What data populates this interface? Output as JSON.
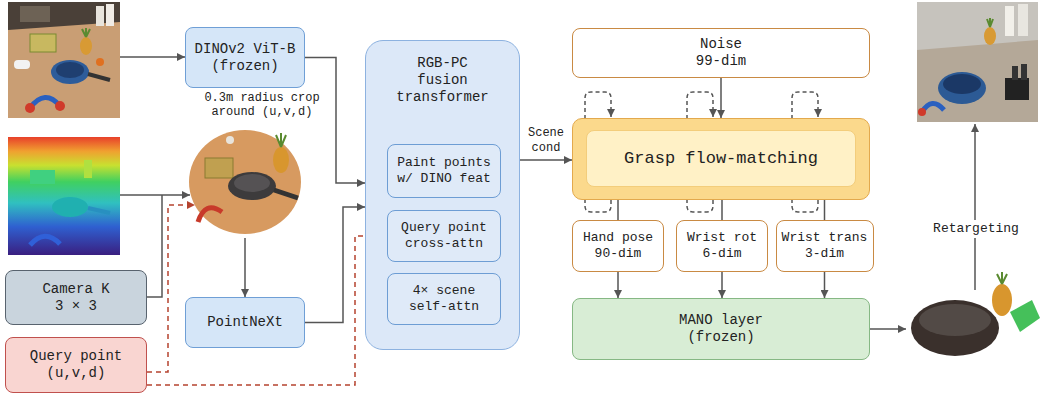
{
  "diagram": {
    "nodes": [
      {
        "text": [
          "DINOv2 ViT-B (frozen)"
        ]
      },
      {
        "text": [
          "PointNeXt"
        ]
      },
      {
        "text": [
          "Camera K 3 × 3"
        ]
      },
      {
        "text": [
          "Query point (u,v,d)"
        ]
      },
      {
        "text": [
          "RGB-PC fusion transformer"
        ]
      },
      {
        "text": [
          "Paint points w/ DINO feat"
        ],
        "in": 4
      },
      {
        "text": [
          "Query point cross-attn"
        ],
        "in": 4
      },
      {
        "text": [
          "4× scene self-attn"
        ],
        "in": 4
      },
      {
        "text": [
          "Noise 99-dim"
        ]
      },
      {
        "text": [
          "Grasp flow-matching"
        ]
      },
      {
        "text": [
          "Hand pose 90-dim"
        ]
      },
      {
        "text": [
          "Wrist rot 6-dim"
        ]
      },
      {
        "text": [
          "Wrist trans 3-dim"
        ]
      },
      {
        "text": [
          "MANO layer (frozen)"
        ]
      }
    ],
    "edges": [
      {
        "from": 0,
        "to": 4,
        "arrow": "to"
      },
      {
        "from": 1,
        "to": 4,
        "arrow": "to"
      },
      {
        "from": 3,
        "to": 6,
        "arrow": "to"
      },
      {
        "from": 4,
        "to": 9,
        "label": "Scene cond",
        "arrow": "to"
      },
      {
        "from": 8,
        "to": 9,
        "arrow": "to"
      },
      {
        "from": 9,
        "to": 10,
        "arrow": "none"
      },
      {
        "from": 9,
        "to": 11,
        "arrow": "none"
      },
      {
        "from": 9,
        "to": 12,
        "arrow": "none"
      },
      {
        "from": 10,
        "to": 13,
        "arrow": "to"
      },
      {
        "from": 11,
        "to": 13,
        "arrow": "to"
      },
      {
        "from": 12,
        "to": 13,
        "arrow": "to"
      }
    ],
    "labels": [
      "0.3m radius crop around (u,v,d)",
      "Retargeting"
    ]
  }
}
